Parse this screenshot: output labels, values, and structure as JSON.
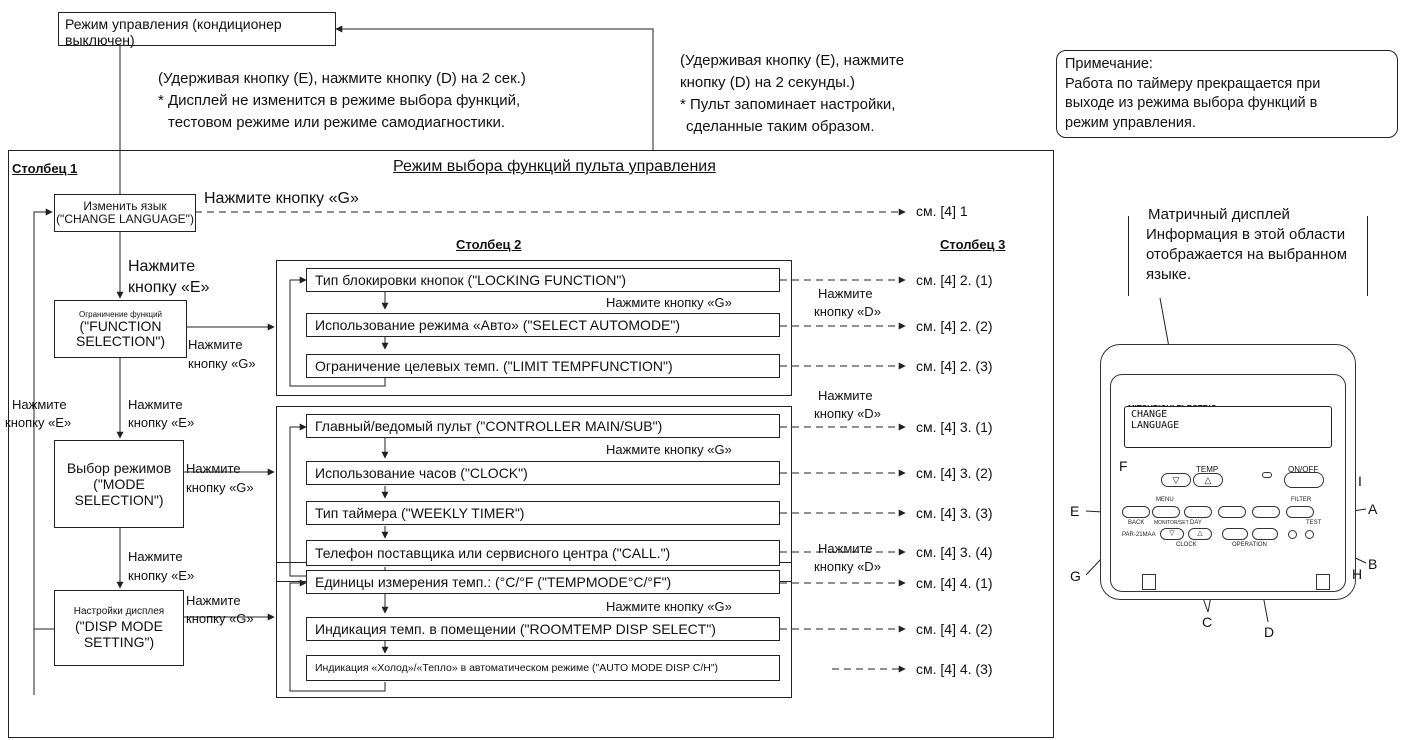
{
  "top": {
    "control_mode": "Режим управления (кондиционер выключен)",
    "hold_note_left_1": "(Удерживая кнопку (E), нажмите кнопку (D) на 2 сек.)",
    "hold_note_left_2": "* Дисплей не изменится в режиме выбора функций,",
    "hold_note_left_3": "тестовом режиме или режиме самодиагностики.",
    "hold_note_right_1": "(Удерживая кнопку (E), нажмите",
    "hold_note_right_2": "кнопку (D) на 2 секунды.)",
    "hold_note_right_3": "* Пульт запоминает настройки,",
    "hold_note_right_4": "сделанные таким образом."
  },
  "note": {
    "title": "Примечание:",
    "line1": "Работа по таймеру прекращается при",
    "line2": "выходе из режима выбора функций в",
    "line3": "режим управления."
  },
  "main": {
    "title": "Режим выбора функций пульта управления",
    "col1": "Столбец 1",
    "col2": "Столбец 2",
    "col3": "Столбец 3"
  },
  "col1_boxes": {
    "change_language": "Изменить язык (\"CHANGE LANGUAGE\")",
    "function_selection_a": "Ограничение функций",
    "function_selection_b": "(\"FUNCTION SELECTION\")",
    "mode_selection": "Выбор режимов (\"MODE SELECTION\")",
    "disp_mode_a": "Настройки дисплея",
    "disp_mode_b": "(\"DISP MODE SETTING\")"
  },
  "labels": {
    "press_g_long": "Нажмите кнопку «G»",
    "press_e_a": "Нажмите",
    "press_e_b": "кнопку «E»",
    "press_e_small": "кнопку «E»",
    "press_g_small": "кнопку «G»",
    "press_d_small": "кнопку «D»",
    "press": "Нажмите"
  },
  "group1": [
    "Тип блокировки кнопок (\"LOCKING FUNCTION\")",
    "Использование режима «Авто» (\"SELECT AUTOMODE\")",
    "Ограничение целевых темп. (\"LIMIT TEMPFUNCTION\")"
  ],
  "group2": [
    "Главный/ведомый пульт (\"CONTROLLER MAIN/SUB\")",
    "Использование часов (\"CLOCK\")",
    "Тип таймера (\"WEEKLY TIMER\")",
    "Телефон поставщика или сервисного центра (\"CALL.\")"
  ],
  "group3": [
    "Единицы измерения темп.: (°C/°F (\"TEMPMODE°C/°F\")",
    "Индикация темп. в помещении (\"ROOMTEMP DISP SELECT\")",
    "Индикация «Холод»/«Тепло» в автоматическом режиме (\"AUTO MODE DISP C/H\")"
  ],
  "refs": {
    "r1": "см. [4]   1",
    "r21": "см. [4]   2. (1)",
    "r22": "см. [4]   2. (2)",
    "r23": "см. [4]   2. (3)",
    "r31": "см. [4]   3. (1)",
    "r32": "см. [4]   3. (2)",
    "r33": "см. [4]   3. (3)",
    "r34": "см. [4]   3. (4)",
    "r41": "см. [4]   4. (1)",
    "r42": "см. [4]   4. (2)",
    "r43": "см. [4]   4. (3)"
  },
  "remote": {
    "matrix_1": "Матричный дисплей",
    "matrix_2": "Информация в этой области",
    "matrix_3": "отображается на выбранном",
    "matrix_4": "языке.",
    "brand": "MITSUBISHI ELECTRIC",
    "lcd_1": "CHANGE",
    "lcd_2": "LANGUAGE",
    "temp": "TEMP",
    "onoff": "ON/OFF",
    "model": "PAR-21MAA",
    "menu": "MENU",
    "back": "BACK",
    "monitor": "MONITOR/SET",
    "day": "DAY",
    "clock": "CLOCK",
    "filter": "FILTER",
    "test": "TEST",
    "operation": "OPERATION",
    "letters": {
      "A": "A",
      "B": "B",
      "C": "C",
      "D": "D",
      "E": "E",
      "F": "F",
      "G": "G",
      "H": "H",
      "I": "I"
    }
  }
}
